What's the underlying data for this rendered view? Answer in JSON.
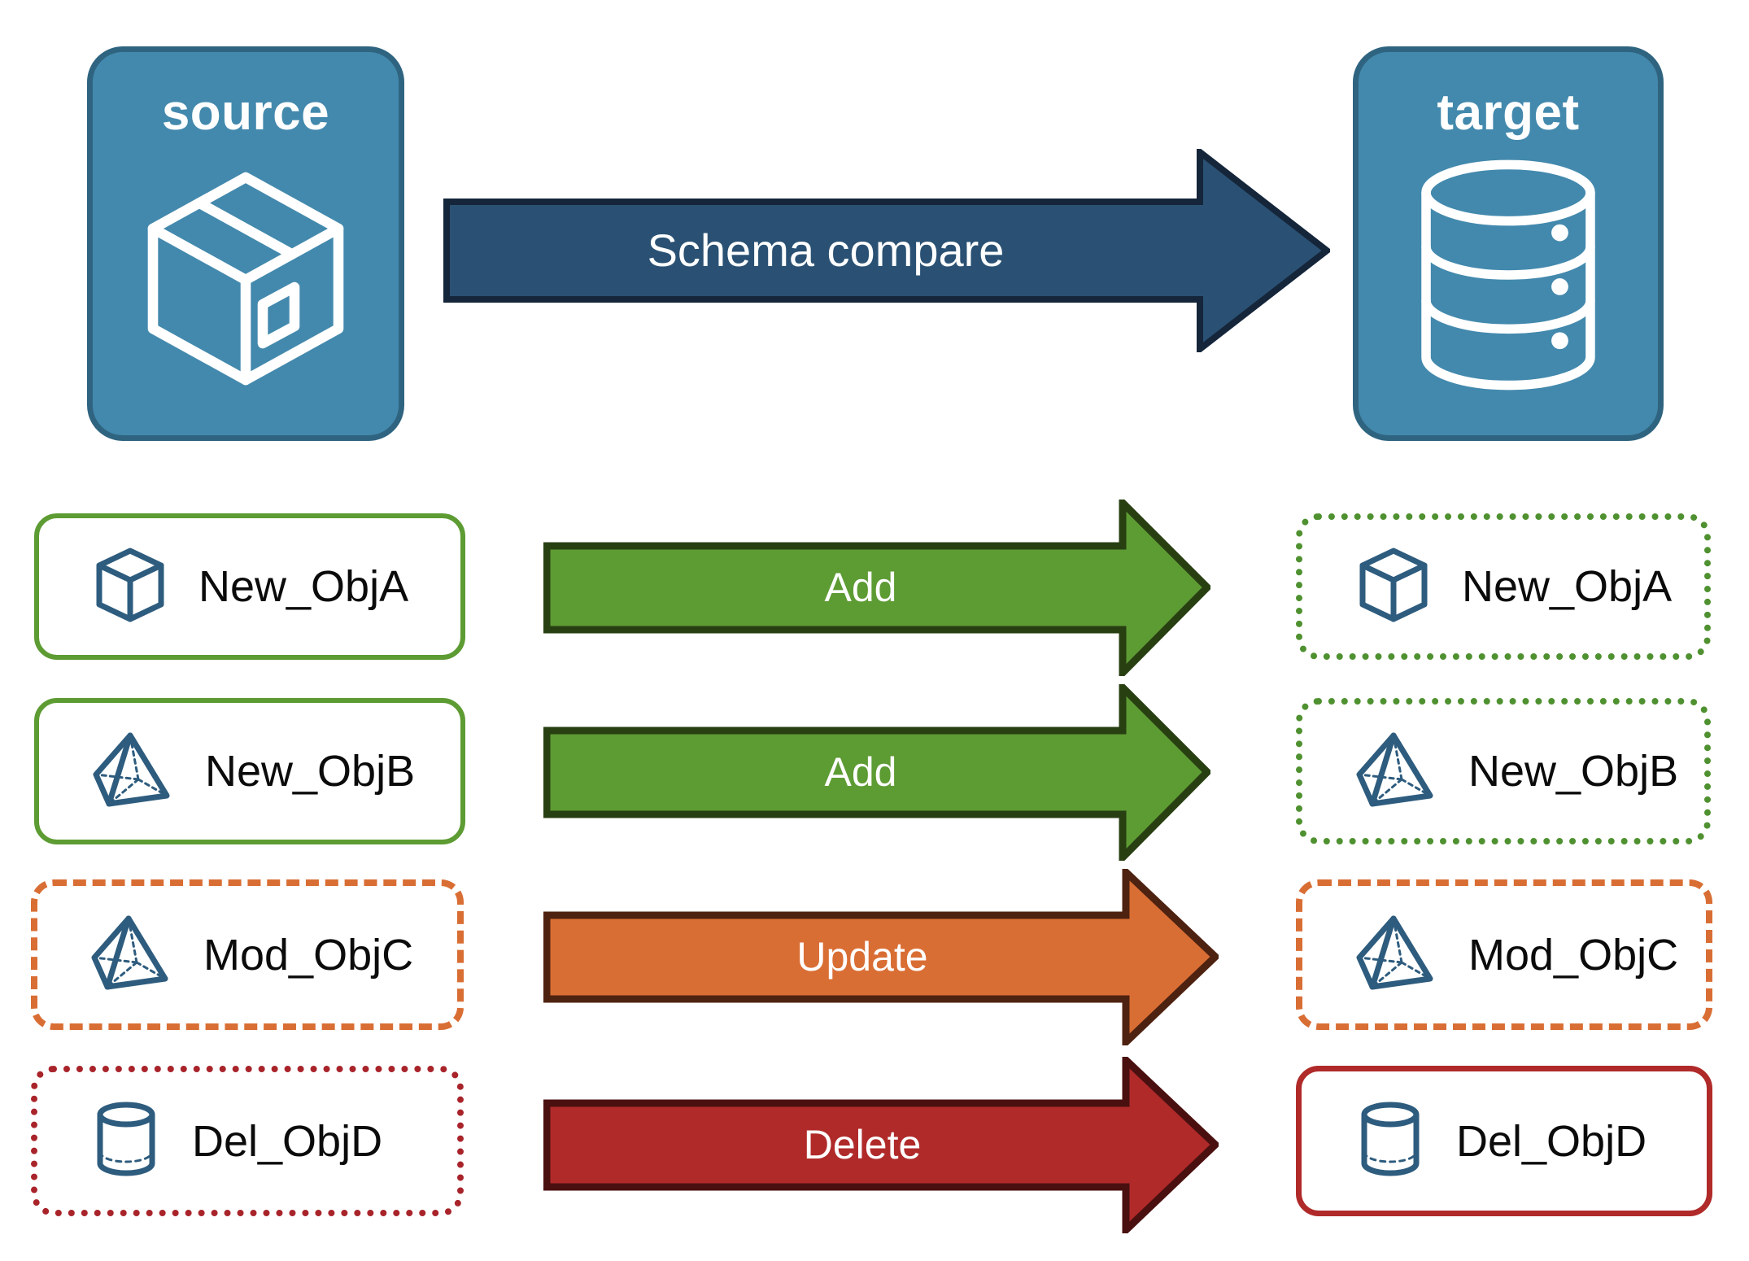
{
  "diagram": {
    "title_hidden": "",
    "colors": {
      "endpoint_fill": "#4389ad",
      "endpoint_stroke": "#2f6480",
      "compare_arrow_fill": "#2a5173",
      "compare_arrow_stroke": "#15253a",
      "add_fill": "#5d9b33",
      "add_stroke": "#283f12",
      "update_fill": "#d96e34",
      "update_stroke": "#4e2210",
      "delete_fill": "#b02a2a",
      "delete_stroke": "#4a1010",
      "icon_blue": "#2e5c7e",
      "label_text": "#0b0b0b",
      "arrow_text": "#ffffff",
      "border_green_solid": "#5d9b33",
      "border_green_dotted": "#4f9130",
      "border_orange_dashed": "#d96e34",
      "border_red_dotted": "#a8242a",
      "border_red_solid": "#b02a2a"
    }
  },
  "endpoints": [
    {
      "id": "source",
      "label": "source",
      "icon": "box-3d-icon"
    },
    {
      "id": "target",
      "label": "target",
      "icon": "database-cylinder-icon"
    }
  ],
  "compare_arrow": {
    "label": "Schema compare",
    "icon": "right-arrow-icon"
  },
  "rows": [
    {
      "source": {
        "label": "New_ObjA",
        "icon": "wireframe-cube-icon",
        "border_style": "solid-green"
      },
      "action": {
        "label": "Add",
        "color_key": "add"
      },
      "target": {
        "label": "New_ObjA",
        "icon": "wireframe-cube-icon",
        "border_style": "dotted-green"
      }
    },
    {
      "source": {
        "label": "New_ObjB",
        "icon": "wireframe-pyramid-icon",
        "border_style": "solid-green"
      },
      "action": {
        "label": "Add",
        "color_key": "add"
      },
      "target": {
        "label": "New_ObjB",
        "icon": "wireframe-pyramid-icon",
        "border_style": "dotted-green"
      }
    },
    {
      "source": {
        "label": "Mod_ObjC",
        "icon": "wireframe-pyramid-icon",
        "border_style": "dashed-orange"
      },
      "action": {
        "label": "Update",
        "color_key": "update"
      },
      "target": {
        "label": "Mod_ObjC",
        "icon": "wireframe-pyramid-icon",
        "border_style": "dashed-orange"
      }
    },
    {
      "source": {
        "label": "Del_ObjD",
        "icon": "wireframe-cylinder-icon",
        "border_style": "dotted-red"
      },
      "action": {
        "label": "Delete",
        "color_key": "delete"
      },
      "target": {
        "label": "Del_ObjD",
        "icon": "wireframe-cylinder-icon",
        "border_style": "solid-red"
      }
    }
  ]
}
